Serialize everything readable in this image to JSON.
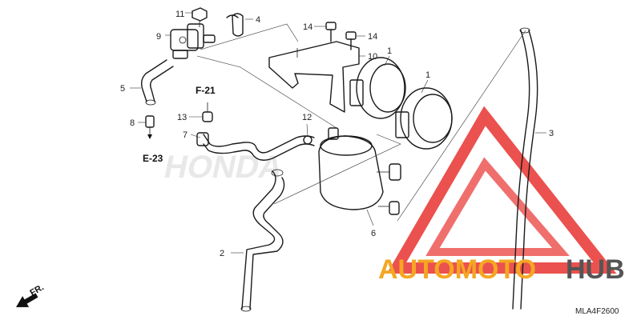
{
  "callouts": {
    "c1a": "1",
    "c1b": "1",
    "c2": "2",
    "c3": "3",
    "c4": "4",
    "c5": "5",
    "c6": "6",
    "c7": "7",
    "c8": "8",
    "c9": "9",
    "c10": "10",
    "c11": "11",
    "c12": "12",
    "c13": "13",
    "c14a": "14",
    "c14b": "14"
  },
  "references": {
    "f21": "F-21",
    "e23": "E-23"
  },
  "direction_label": "FR.",
  "diagram_code": "MLA4F2600",
  "watermark": {
    "part1": "AUTOMOTO",
    "part2": "HUB",
    "color_primary": "#f5a623",
    "color_secondary": "#555555",
    "triangle_color": "#e8322f"
  },
  "background_logo": "HONDA"
}
